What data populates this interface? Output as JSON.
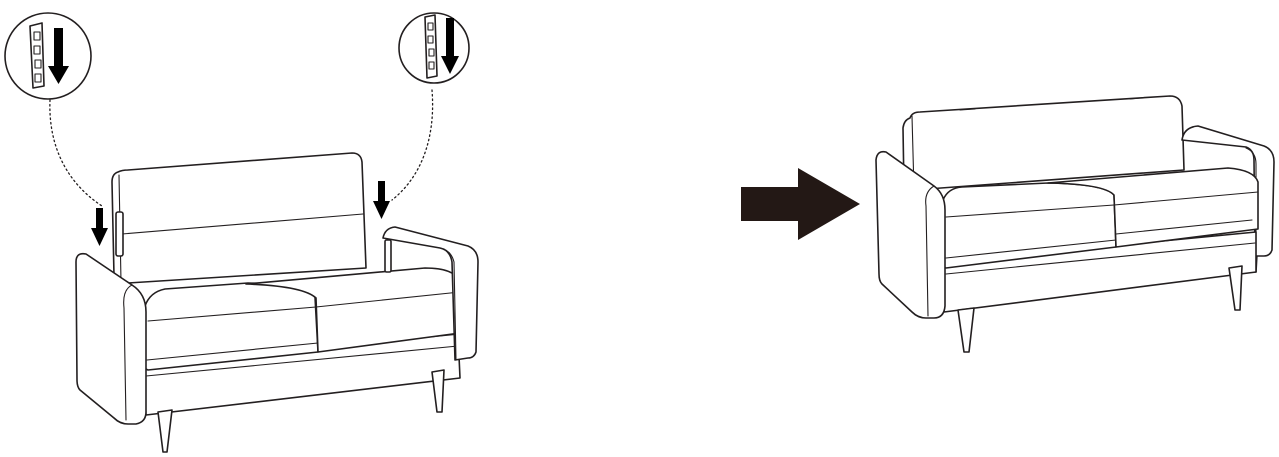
{
  "figure": {
    "steps": [
      "unassembled-sofa",
      "assembled-sofa"
    ],
    "process_arrow": "right-arrow",
    "detail_callouts": [
      "bracket-detail-left",
      "bracket-detail-right"
    ],
    "icons": [
      "down-arrow-icon",
      "right-arrow-icon"
    ],
    "colors": {
      "line": "#231f20",
      "arrow": "#000000",
      "process_arrow": "#231815",
      "background": "#ffffff"
    }
  }
}
